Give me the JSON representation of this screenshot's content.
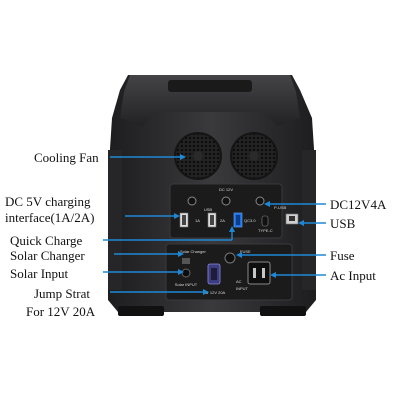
{
  "labels": {
    "cooling_fan": "Cooling Fan",
    "dc5v_line1": "DC 5V charging",
    "dc5v_line2": "interface(1A/2A)",
    "quick_charge": "Quick Charge",
    "solar_changer": "Solar Changer",
    "solar_input": "Solar Input",
    "jump_start_line1": "Jump Strat",
    "jump_start_line2": "For 12V 20A",
    "dc12v4a": "DC12V4A",
    "usb": "USB",
    "fuse": "Fuse",
    "ac_input": "Ac Input"
  },
  "panel_text": {
    "dc12v": "DC 12V",
    "usb_1a": "1A",
    "usb_2a": "2A",
    "qc": "QC3.0",
    "type_c": "TYPE-C",
    "p_usb": "P-USB",
    "solar_changer": "Solar Changer",
    "fuse": "FUSE",
    "solar_input": "Solar INPUT",
    "jump": "For 12V 20A",
    "ac": "AC",
    "input": "INPUT",
    "usb": "USB"
  },
  "colors": {
    "arrow": "#1e88d6",
    "body": "#2e2e30",
    "panel": "#1b1b1c",
    "qc_port": "#1e6fe0"
  }
}
